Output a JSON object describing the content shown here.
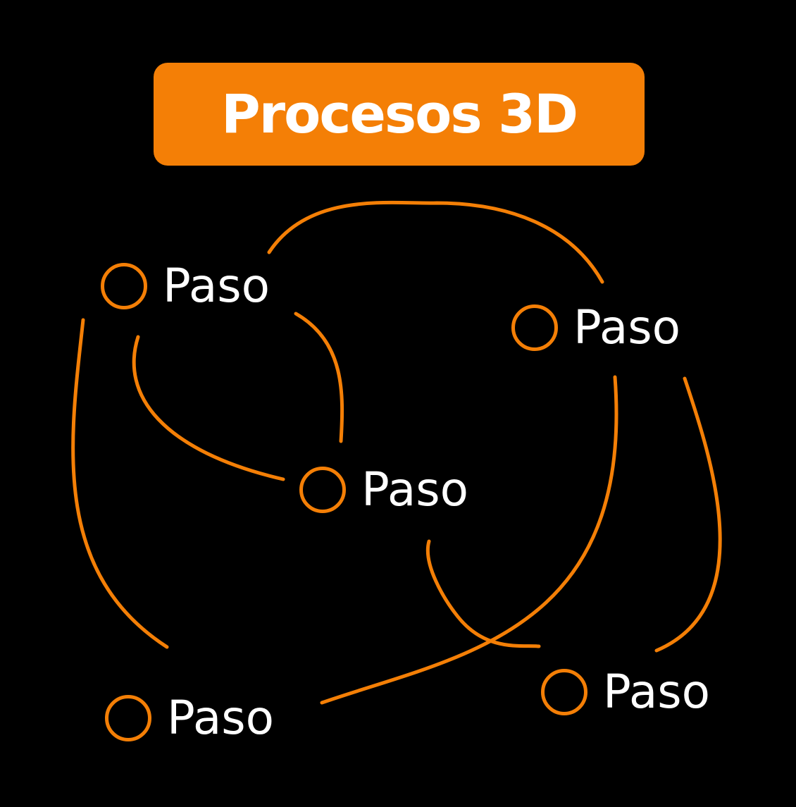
{
  "title": "Procesos 3D",
  "colors": {
    "background": "#000000",
    "accent": "#F47F06",
    "text": "#FFFFFF"
  },
  "nodes": [
    {
      "label": "Paso"
    },
    {
      "label": "Paso"
    },
    {
      "label": "Paso"
    },
    {
      "label": "Paso"
    },
    {
      "label": "Paso"
    }
  ]
}
